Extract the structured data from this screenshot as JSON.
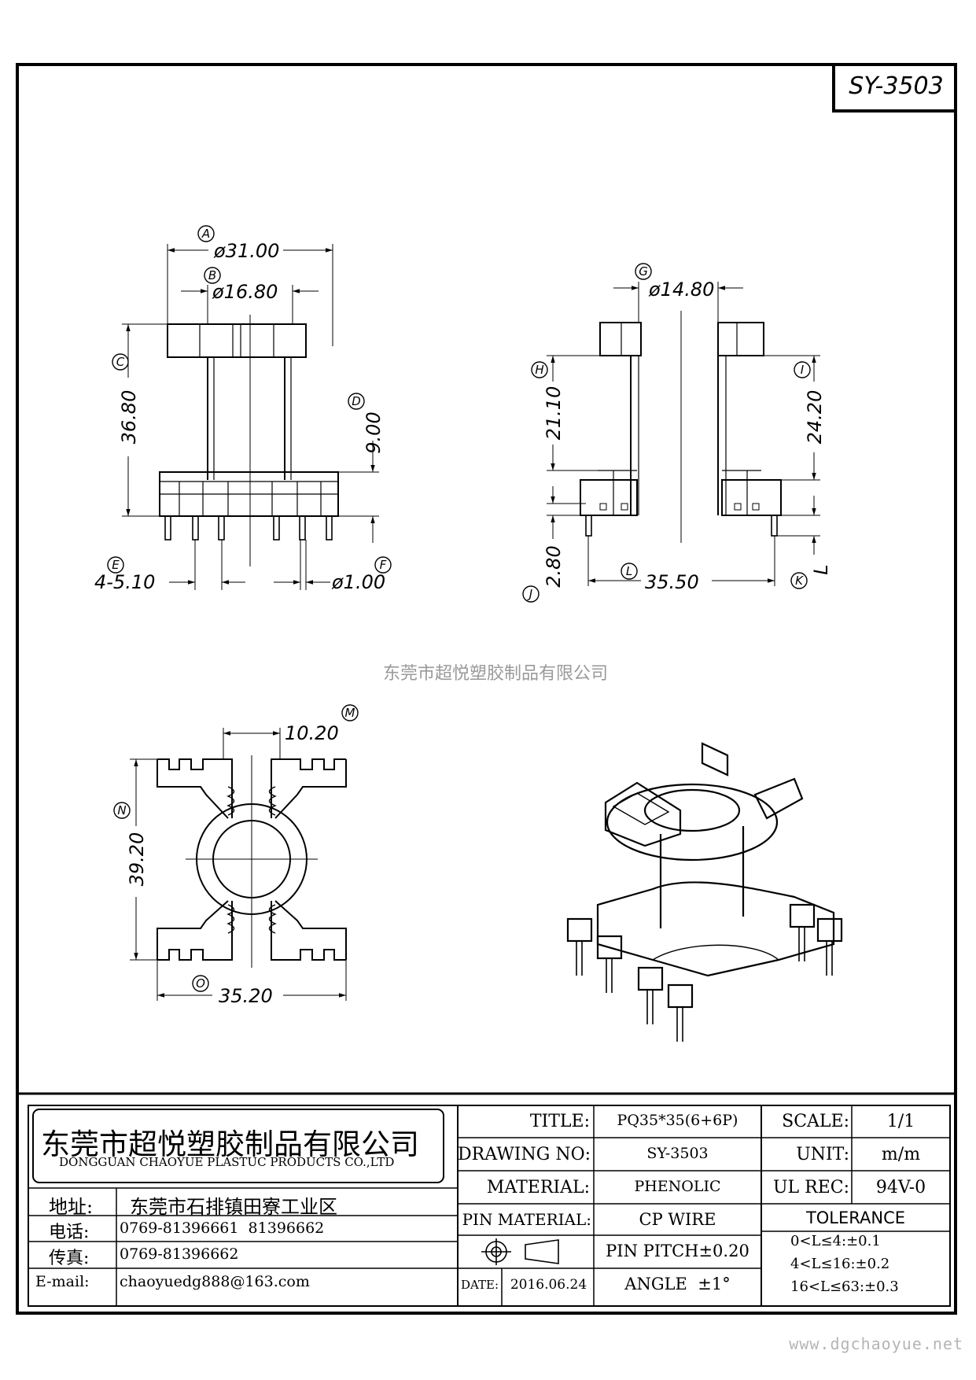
{
  "part_number": "SY-3503",
  "watermark": "东莞市超悦塑胶制品有限公司",
  "website": "www.dgchaoyue.net",
  "dimensions": {
    "A": {
      "label": "A",
      "value": "ø31.00"
    },
    "B": {
      "label": "B",
      "value": "ø16.80"
    },
    "C": {
      "label": "C",
      "value": "36.80"
    },
    "D": {
      "label": "D",
      "value": "9.00"
    },
    "E": {
      "label": "E",
      "value": "4-5.10"
    },
    "F": {
      "label": "F",
      "value": "ø1.00"
    },
    "G": {
      "label": "G",
      "value": "ø14.80"
    },
    "H": {
      "label": "H",
      "value": "21.10"
    },
    "I": {
      "label": "I",
      "value": "24.20"
    },
    "J": {
      "label": "J",
      "value": "2.80"
    },
    "K": {
      "label": "K",
      "value": "L"
    },
    "L": {
      "label": "L",
      "value": "35.50"
    },
    "M": {
      "label": "M",
      "value": "10.20"
    },
    "N": {
      "label": "N",
      "value": "39.20"
    },
    "O": {
      "label": "O",
      "value": "35.20"
    }
  },
  "company": {
    "name_cn": "东莞市超悦塑胶制品有限公司",
    "name_en": "DONGGUAN CHAOYUE PLASTUC PRODUCTS CO.,LTD",
    "address_label": "地址:",
    "address": "东莞市石排镇田寮工业区",
    "phone_label": "电话:",
    "phone": "0769-81396661  81396662",
    "fax_label": "传真:",
    "fax": "0769-81396662",
    "email_label": "E-mail:",
    "email": "chaoyuedg888@163.com"
  },
  "spec": {
    "title_label": "TITLE:",
    "title": "PQ35*35(6+6P)",
    "drawing_no_label": "DRAWING NO:",
    "drawing_no": "SY-3503",
    "material_label": "MATERIAL:",
    "material": "PHENOLIC",
    "pin_material_label": "PIN MATERIAL:",
    "pin_material": "CP WIRE",
    "pin_pitch": "PIN PITCH±0.20",
    "angle": "ANGLE  ±1°",
    "date_label": "DATE:",
    "date": "2016.06.24",
    "scale_label": "SCALE:",
    "scale": "1/1",
    "unit_label": "UNIT:",
    "unit": "m/m",
    "ul_label": "UL REC:",
    "ul": "94V-0",
    "tolerance_label": "TOLERANCE",
    "tolerance": [
      "0<L≤4:±0.1",
      "4<L≤16:±0.2",
      "16<L≤63:±0.3"
    ]
  }
}
